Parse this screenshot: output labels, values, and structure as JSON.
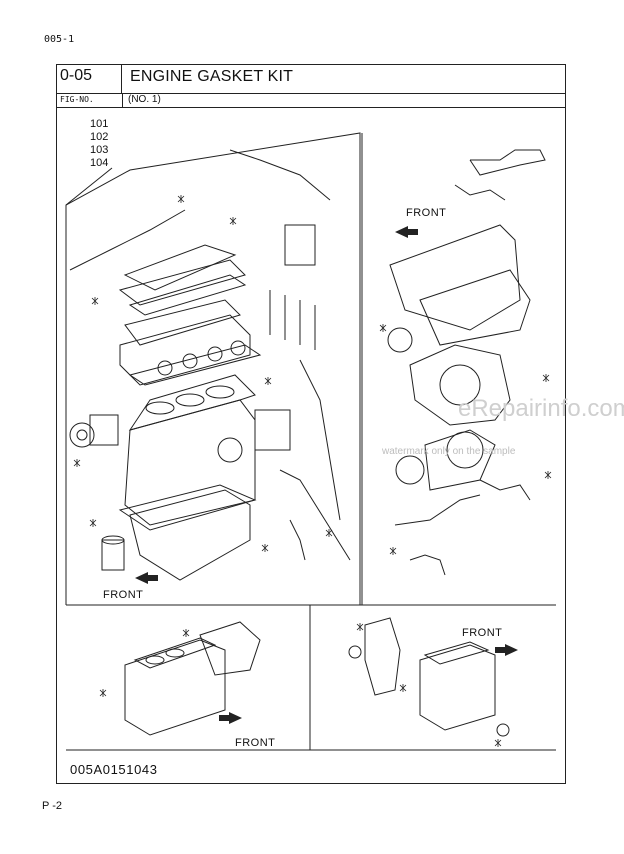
{
  "page_id": "005-1",
  "header": {
    "fig_no_value": "0-05",
    "fig_no_label": "FIG-NO.",
    "title": "ENGINE GASKET KIT",
    "subtitle": "(NO. 1)"
  },
  "reference_numbers": [
    "101",
    "102",
    "103",
    "104"
  ],
  "front_labels": {
    "top_right": "FRONT",
    "main_bottom": "FRONT",
    "bottom_right": "FRONT",
    "bottom_left": "FRONT"
  },
  "diagram_code": "005A0151043",
  "page_number": "P -2",
  "watermark": {
    "brand": "eRepairinfo.com",
    "note": "watermark only on the sample"
  }
}
